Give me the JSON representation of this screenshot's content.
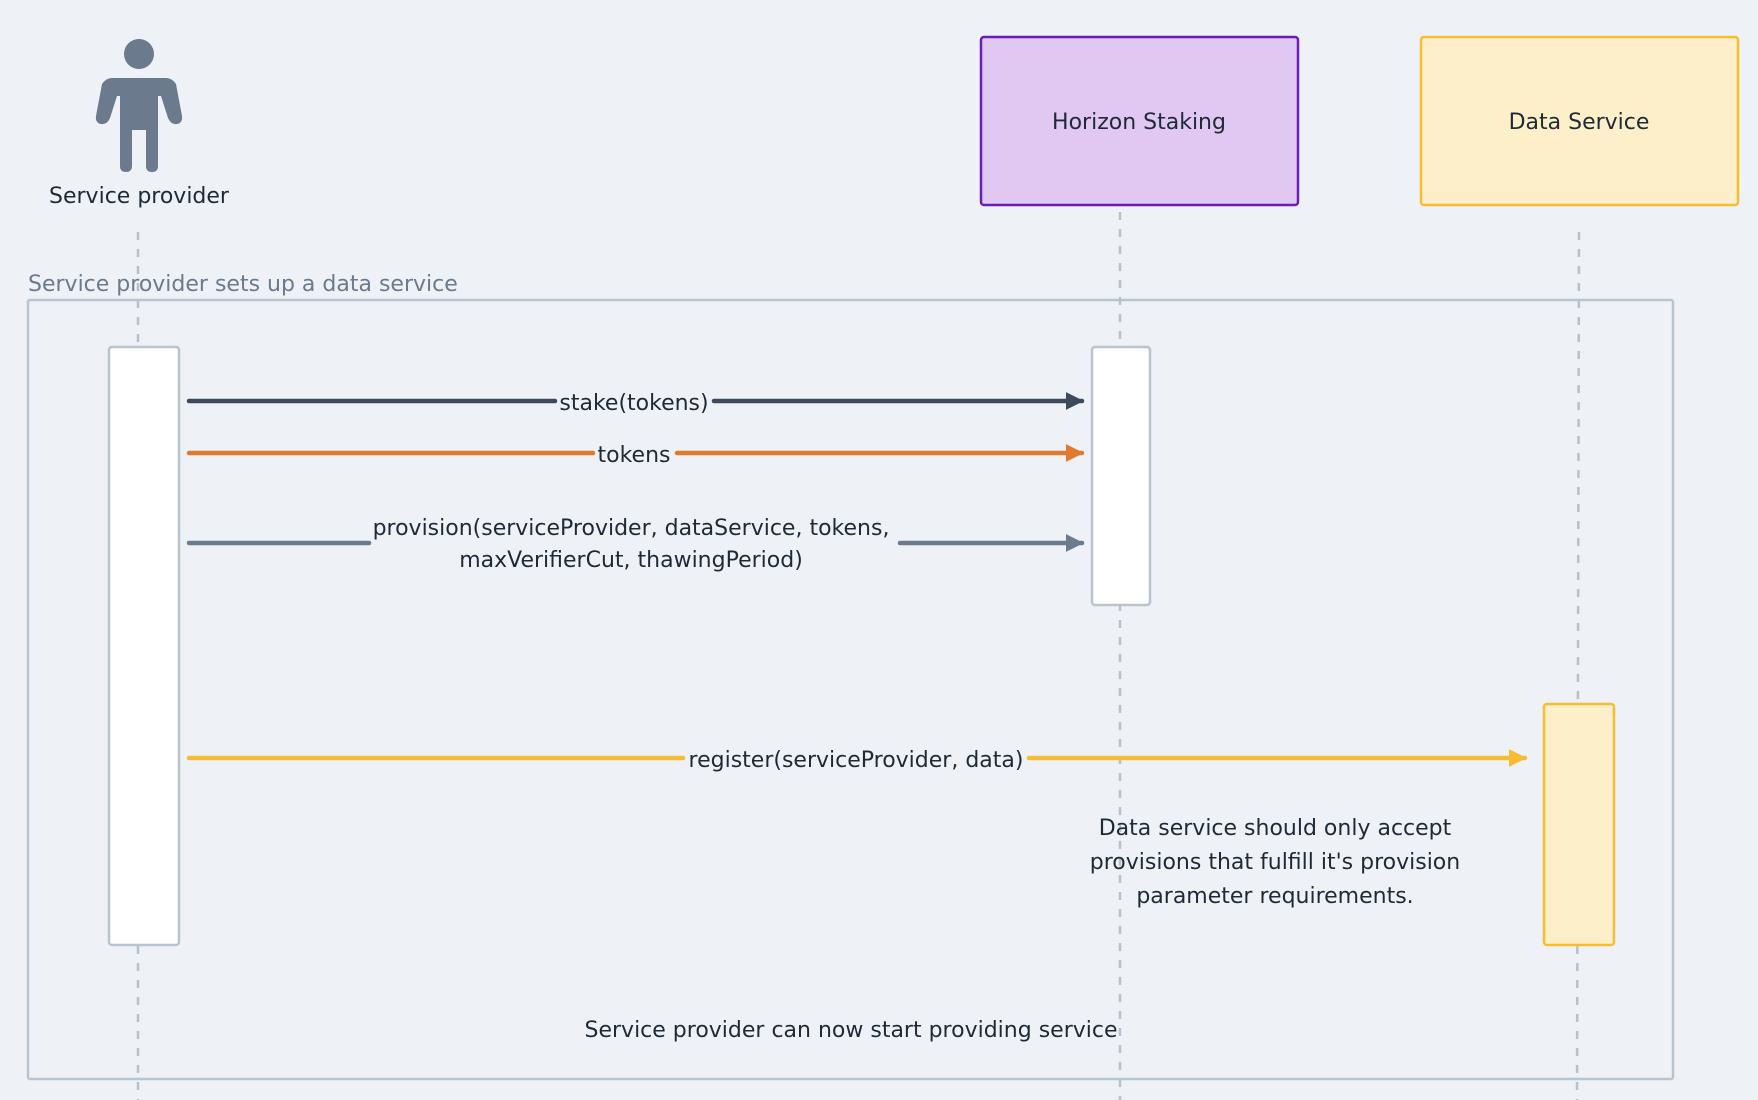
{
  "participants": {
    "service_provider": {
      "label": "Service provider",
      "icon": "person-icon",
      "color": "#6b7a8c"
    },
    "horizon_staking": {
      "label": "Horizon Staking",
      "fill": "#e0c8f2",
      "stroke": "#6a1cb8"
    },
    "data_service": {
      "label": "Data Service",
      "fill": "#fcefc9",
      "stroke": "#f5bd2f"
    }
  },
  "group": {
    "label": "Service provider sets up a data service"
  },
  "messages": [
    {
      "id": "stake",
      "lines": [
        "stake(tokens)"
      ],
      "color": "#3d4a5c"
    },
    {
      "id": "tokens",
      "lines": [
        "tokens"
      ],
      "color": "#e07a30"
    },
    {
      "id": "provision",
      "lines": [
        "provision(serviceProvider, dataService, tokens,",
        "maxVerifierCut, thawingPeriod)"
      ],
      "color": "#6b7a8c"
    },
    {
      "id": "register",
      "lines": [
        "register(serviceProvider, data)"
      ],
      "color": "#f5bd2f"
    }
  ],
  "notes": {
    "data_service_note": [
      "Data service should only accept",
      "provisions that fulfill it's provision",
      "parameter requirements."
    ],
    "final_note": "Service provider can now start providing service"
  }
}
